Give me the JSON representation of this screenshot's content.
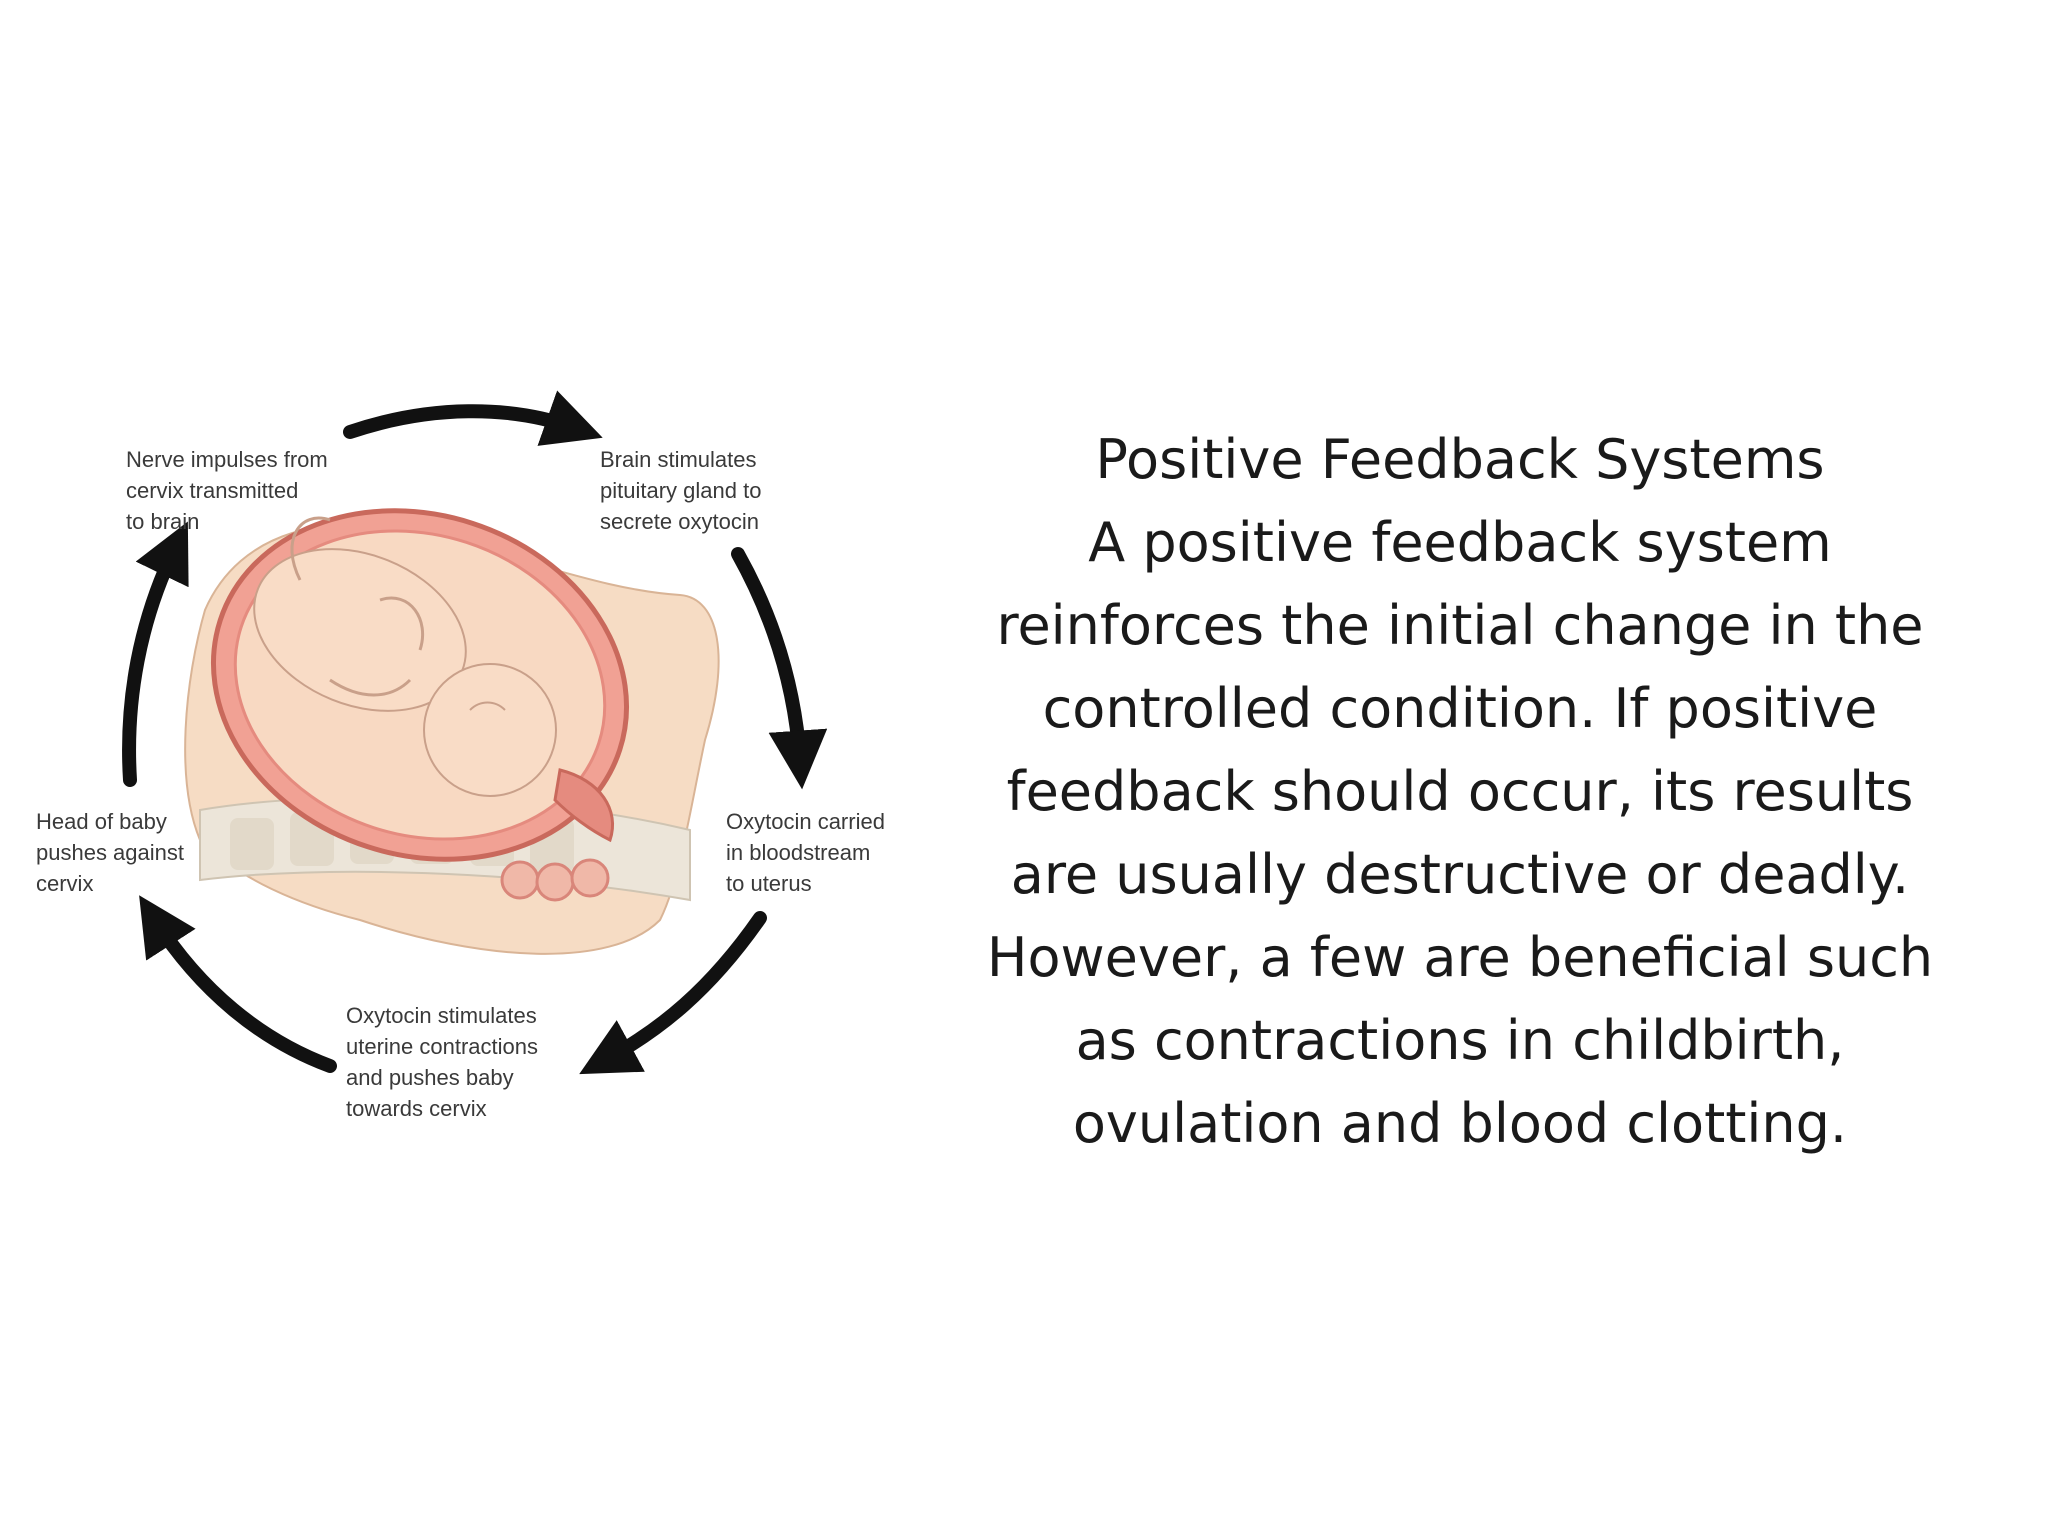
{
  "slide": {
    "title": "Positive Feedback Systems",
    "body": "A positive feedback system reinforces the initial change in the controlled condition. If positive feedback should occur, its results are usually destructive or deadly. However, a few are beneficial such as contractions in childbirth, ovulation and blood clotting."
  },
  "diagram": {
    "steps": [
      {
        "label": "Nerve impulses from\ncervix transmitted\nto brain"
      },
      {
        "label": "Brain stimulates\npituitary gland to\nsecrete oxytocin"
      },
      {
        "label": "Oxytocin carried\nin bloodstream\nto uterus"
      },
      {
        "label": "Oxytocin stimulates\nuterine contractions\nand pushes baby\ntowards cervix"
      },
      {
        "label": "Head of baby\npushes against\ncervix"
      }
    ],
    "colors": {
      "arrow": "#111111",
      "skin": "#f6dcc4",
      "uterus": "#e58b7f",
      "baby": "#f8d9c2",
      "spine": "#e7e1d6"
    }
  }
}
